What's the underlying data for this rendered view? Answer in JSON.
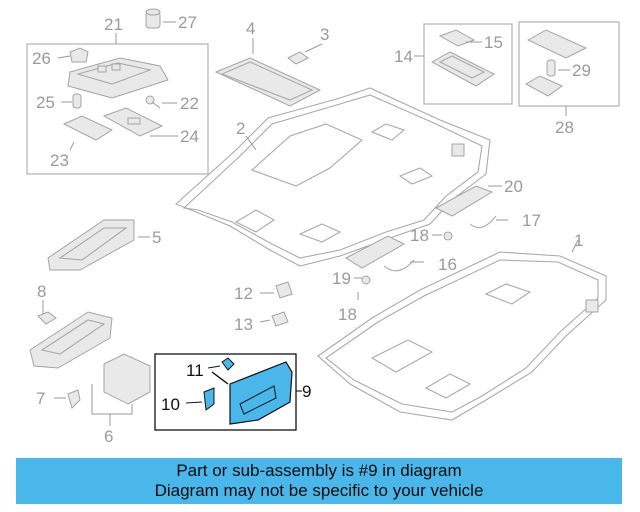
{
  "callouts": {
    "c1": "1",
    "c2": "2",
    "c3": "3",
    "c4": "4",
    "c5": "5",
    "c6": "6",
    "c7": "7",
    "c8": "8",
    "c9": "9",
    "c10": "10",
    "c11": "11",
    "c12": "12",
    "c13": "13",
    "c14": "14",
    "c15": "15",
    "c16": "16",
    "c17": "17",
    "c18a": "18",
    "c18b": "18",
    "c19": "19",
    "c20": "20",
    "c21": "21",
    "c22": "22",
    "c23": "23",
    "c24": "24",
    "c25": "25",
    "c26": "26",
    "c27": "27",
    "c28": "28",
    "c29": "29"
  },
  "highlight_part": "9",
  "colors": {
    "highlight": "#4ab7ea",
    "banner": "#4ab7ea",
    "parts": "#a9a9a9"
  },
  "banner": {
    "line1": "Part or sub-assembly is #9 in diagram",
    "line2": "Diagram may not be specific to your vehicle"
  }
}
